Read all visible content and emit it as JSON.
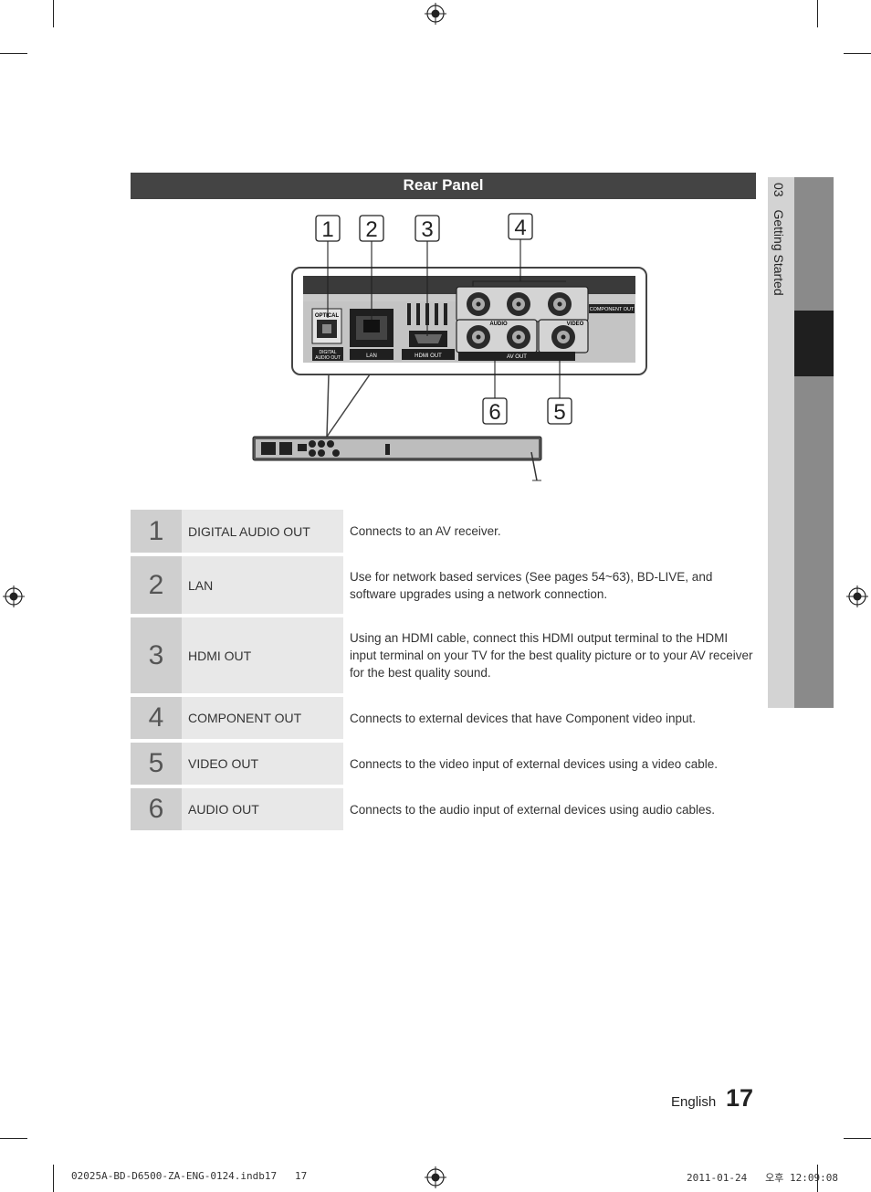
{
  "section_title": "Rear Panel",
  "side_tab": {
    "number": "03",
    "label": "Getting Started"
  },
  "diagram": {
    "callouts": [
      "1",
      "2",
      "3",
      "4",
      "6",
      "5"
    ],
    "port_labels": {
      "optical": "OPTICAL",
      "digital_audio_out_1": "DIGITAL",
      "digital_audio_out_2": "AUDIO OUT",
      "lan": "LAN",
      "hdmi_out": "HDMI OUT",
      "audio": "AUDIO",
      "video": "VIDEO",
      "component_out": "COMPONENT OUT",
      "av_out": "AV OUT"
    }
  },
  "rows": [
    {
      "num": "1",
      "label": "DIGITAL AUDIO OUT",
      "desc": "Connects to an AV receiver."
    },
    {
      "num": "2",
      "label": "LAN",
      "desc": "Use for network based services (See pages 54~63), BD-LIVE, and software upgrades using a network connection."
    },
    {
      "num": "3",
      "label": "HDMI OUT",
      "desc": "Using an HDMI cable, connect this HDMI output terminal to the HDMI input terminal on your TV for the best quality picture or to your AV receiver for the best quality sound."
    },
    {
      "num": "4",
      "label": "COMPONENT OUT",
      "desc": "Connects to external devices that have Component video input."
    },
    {
      "num": "5",
      "label": "VIDEO OUT",
      "desc": "Connects to the video input of external devices using a video cable."
    },
    {
      "num": "6",
      "label": "AUDIO OUT",
      "desc": "Connects to the audio input of external devices using audio cables."
    }
  ],
  "footer": {
    "language": "English",
    "page": "17"
  },
  "slug": {
    "file": "02025A-BD-D6500-ZA-ENG-0124.indb17   17",
    "date": "2011-01-24   오후 12:09:08"
  }
}
